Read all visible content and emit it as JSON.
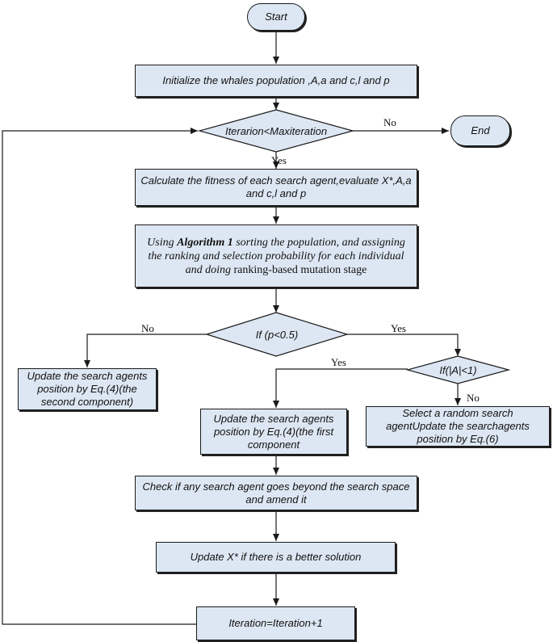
{
  "nodes": {
    "start": "Start",
    "end": "End",
    "init": "Initialize the whales population ,A,a and c,l and p",
    "loop_cond": "Iterarion<Maxiteration",
    "fitness": "Calculate the fitness of each search agent,evaluate X*,A,a and c,l and p",
    "sort_pre": "Using ",
    "sort_bold": "Algorithm 1",
    "sort_mid": " sorting the population, and assigning the ranking and selection probability for each individual and doing ",
    "sort_tail": "ranking-based mutation stage",
    "p_cond": "If (p<0.5)",
    "a_cond": "If(|A|<1)",
    "update_second": "Update the search agents position by Eq.(4)(the second component)",
    "update_first": "Update the search agents position by Eq.(4)(the first component",
    "random_search": "Select a random search agentUpdate the searchagents position by Eq.(6)",
    "check": "Check if any search agent goes beyond the search space and amend it",
    "update_best": "Update X* if there is a better solution",
    "iterate": "Iteration=Iteration+1"
  },
  "edge_labels": {
    "loop_no": "No",
    "loop_yes": "Yes",
    "p_no": "No",
    "p_yes": "Yes",
    "a_yes": "Yes",
    "a_no": "No"
  },
  "colors": {
    "box_fill": "#dde7f3",
    "stroke": "#1a1a1a"
  }
}
